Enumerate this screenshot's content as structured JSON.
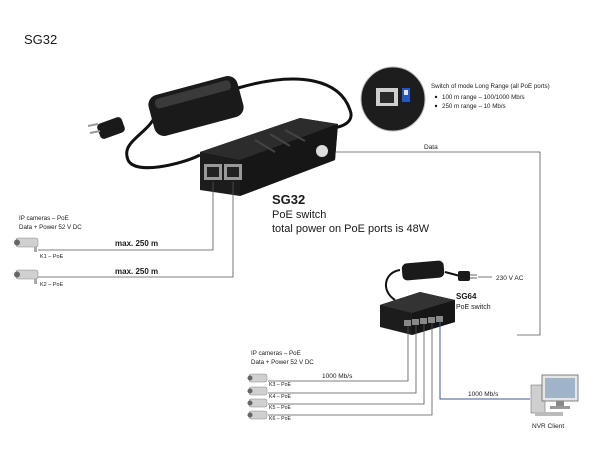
{
  "title": "SG32",
  "mode_box": {
    "heading": "Switch of mode Long Range (all PoE ports)",
    "item_1": "100 m range – 100/1000 Mb/s",
    "item_2": "250 m range – 10 Mb/s"
  },
  "sg32": {
    "name": "SG32",
    "type": "PoE switch",
    "power": "total power on PoE ports is 48W"
  },
  "data_label": "Data",
  "cameras_top": {
    "line_1": "IP cameras – PoE",
    "line_2": "Data + Power 52 V DC",
    "cams": [
      {
        "label": "K1 – PoE",
        "distance": "max. 250 m"
      },
      {
        "label": "K2 – PoE",
        "distance": "max. 250 m"
      }
    ]
  },
  "ac_label": "230 V AC",
  "sg64": {
    "name": "SG64",
    "type": "PoE switch"
  },
  "cameras_bottom": {
    "line_1": "IP cameras – PoE",
    "line_2": "Data + Power 52 V DC",
    "speed": "1000 Mb/s",
    "cams": [
      "K3 – PoE",
      "K4 – PoE",
      "K5 – PoE",
      "K6 – PoE"
    ]
  },
  "nvr": {
    "speed": "1000 Mb/s",
    "label": "NVR Client"
  },
  "colors": {
    "device": "#1c1c1c",
    "wire": "#555555",
    "uplink": "#3a5a9a"
  }
}
